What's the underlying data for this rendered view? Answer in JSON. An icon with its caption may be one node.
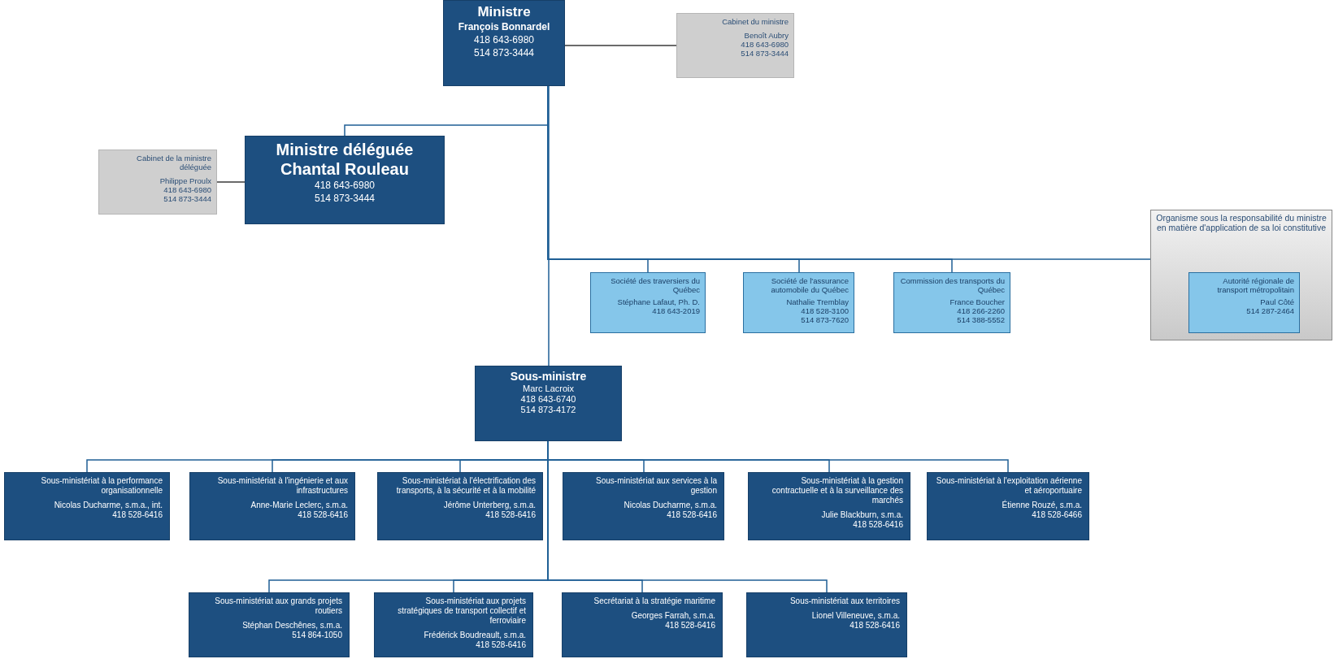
{
  "diagram": {
    "nodes": [
      {
        "text": [
          "Ministre",
          "François Bonnardel",
          "418 643-6980",
          "514 873-3444"
        ]
      },
      {
        "text": [
          "Cabinet du ministre",
          "Benoît Aubry",
          "418 643-6980",
          "514 873-3444"
        ]
      },
      {
        "text": [
          "Cabinet de la ministre déléguée",
          "Philippe Proulx",
          "418 643-6980",
          "514 873-3444"
        ]
      },
      {
        "text": [
          "Ministre déléguée",
          "Chantal Rouleau",
          "418 643-6980",
          "514 873-3444"
        ]
      },
      {
        "text": [
          "Organisme sous la responsabilité du ministre en matière d'application de sa loi constitutive"
        ]
      },
      {
        "text": [
          "Société des traversiers du Québec",
          "Stéphane Lafaut, Ph. D.",
          "418 643-2019"
        ]
      },
      {
        "text": [
          "Société de l'assurance automobile du Québec",
          "Nathalie Tremblay",
          "418 528-3100",
          "514 873-7620"
        ]
      },
      {
        "text": [
          "Commission des transports du Québec",
          "France Boucher",
          "418 266-2260",
          "514 388-5552"
        ]
      },
      {
        "text": [
          "Autorité régionale de transport métropolitain",
          "Paul Côté",
          "514 287-2464"
        ],
        "in": 4
      },
      {
        "text": [
          "Sous-ministre",
          "Marc Lacroix",
          "418 643-6740",
          "514 873-4172"
        ]
      },
      {
        "text": [
          "Sous-ministériat à la performance organisationnelle",
          "Nicolas Ducharme, s.m.a., int.",
          "418 528-6416"
        ]
      },
      {
        "text": [
          "Sous-ministériat à l'ingénierie et aux infrastructures",
          "Anne-Marie Leclerc, s.m.a.",
          "418 528-6416"
        ]
      },
      {
        "text": [
          "Sous-ministériat à l'électrification des transports, à la sécurité et à la mobilité",
          "Jérôme Unterberg, s.m.a.",
          "418 528-6416"
        ]
      },
      {
        "text": [
          "Sous-ministériat aux services à la gestion",
          "Nicolas Ducharme, s.m.a.",
          "418 528-6416"
        ]
      },
      {
        "text": [
          "Sous-ministériat à la gestion contractuelle et à la surveillance des marchés",
          "Julie Blackburn, s.m.a.",
          "418 528-6416"
        ]
      },
      {
        "text": [
          "Sous-ministériat à l'exploitation aérienne et aéroportuaire",
          "Étienne Rouzé, s.m.a.",
          "418 528-6466"
        ]
      },
      {
        "text": [
          "Sous-ministériat aux grands projets routiers",
          "Stéphan Deschênes, s.m.a.",
          "514 864-1050"
        ]
      },
      {
        "text": [
          "Sous-ministériat aux projets stratégiques de transport collectif et ferroviaire",
          "Frédérick Boudreault, s.m.a.",
          "418 528-6416"
        ]
      },
      {
        "text": [
          "Secrétariat à la stratégie maritime",
          "Georges Farrah, s.m.a.",
          "418 528-6416"
        ]
      },
      {
        "text": [
          "Sous-ministériat aux territoires",
          "Lionel Villeneuve, s.m.a.",
          "418 528-6416"
        ]
      }
    ],
    "edges": [
      {
        "from": 0,
        "to": 1,
        "arrow": "none",
        "color": "#3a3a3a"
      },
      {
        "from": 0,
        "to": 3,
        "arrow": "none"
      },
      {
        "from": 3,
        "to": 2,
        "arrow": "none",
        "color": "#3a3a3a"
      },
      {
        "from": 0,
        "to": 5,
        "arrow": "none"
      },
      {
        "from": 0,
        "to": 6,
        "arrow": "none"
      },
      {
        "from": 0,
        "to": 7,
        "arrow": "none"
      },
      {
        "from": 0,
        "to": 8,
        "arrow": "none"
      },
      {
        "from": 0,
        "to": 9,
        "arrow": "none"
      },
      {
        "from": 9,
        "to": 10,
        "arrow": "none"
      },
      {
        "from": 9,
        "to": 11,
        "arrow": "none"
      },
      {
        "from": 9,
        "to": 12,
        "arrow": "none"
      },
      {
        "from": 9,
        "to": 13,
        "arrow": "none"
      },
      {
        "from": 9,
        "to": 14,
        "arrow": "none"
      },
      {
        "from": 9,
        "to": 15,
        "arrow": "none"
      },
      {
        "from": 9,
        "to": 16,
        "arrow": "none"
      },
      {
        "from": 9,
        "to": 17,
        "arrow": "none"
      },
      {
        "from": 9,
        "to": 18,
        "arrow": "none"
      },
      {
        "from": 9,
        "to": 19,
        "arrow": "none"
      }
    ]
  }
}
